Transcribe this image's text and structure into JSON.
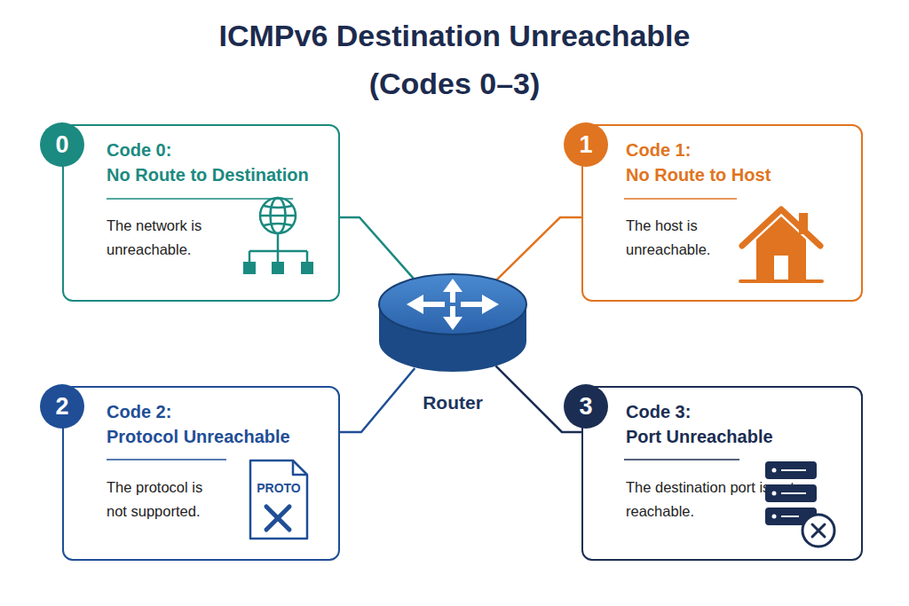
{
  "diagram": {
    "title": "ICMPv6 Destination Unreachable (Codes 0–3)",
    "nodes": [
      {
        "text": [
          "Code 0:",
          "No Route to Destination",
          "The network is unreachable."
        ]
      },
      {
        "text": [
          "0"
        ],
        "in": 0
      },
      {
        "text": [
          "Code 1:",
          "No Route to Host",
          "The host is unreachable."
        ]
      },
      {
        "text": [
          "1"
        ],
        "in": 2
      },
      {
        "text": [
          "Router"
        ]
      },
      {
        "text": [
          "Code 2:",
          "Protocol Unreachable",
          "The protocol is not supported."
        ]
      },
      {
        "text": [
          "2"
        ],
        "in": 5
      },
      {
        "text": [
          "PROTO"
        ],
        "in": 5
      },
      {
        "text": [
          "Code 3:",
          "Port Unreachable",
          "The destination port is not reachable."
        ]
      },
      {
        "text": [
          "3"
        ],
        "in": 8
      }
    ],
    "edges": [
      {
        "from": 0,
        "to": 4,
        "arrow": "none"
      },
      {
        "from": 2,
        "to": 4,
        "arrow": "none"
      },
      {
        "from": 5,
        "to": 4,
        "arrow": "none"
      },
      {
        "from": 8,
        "to": 4,
        "arrow": "none"
      }
    ]
  }
}
